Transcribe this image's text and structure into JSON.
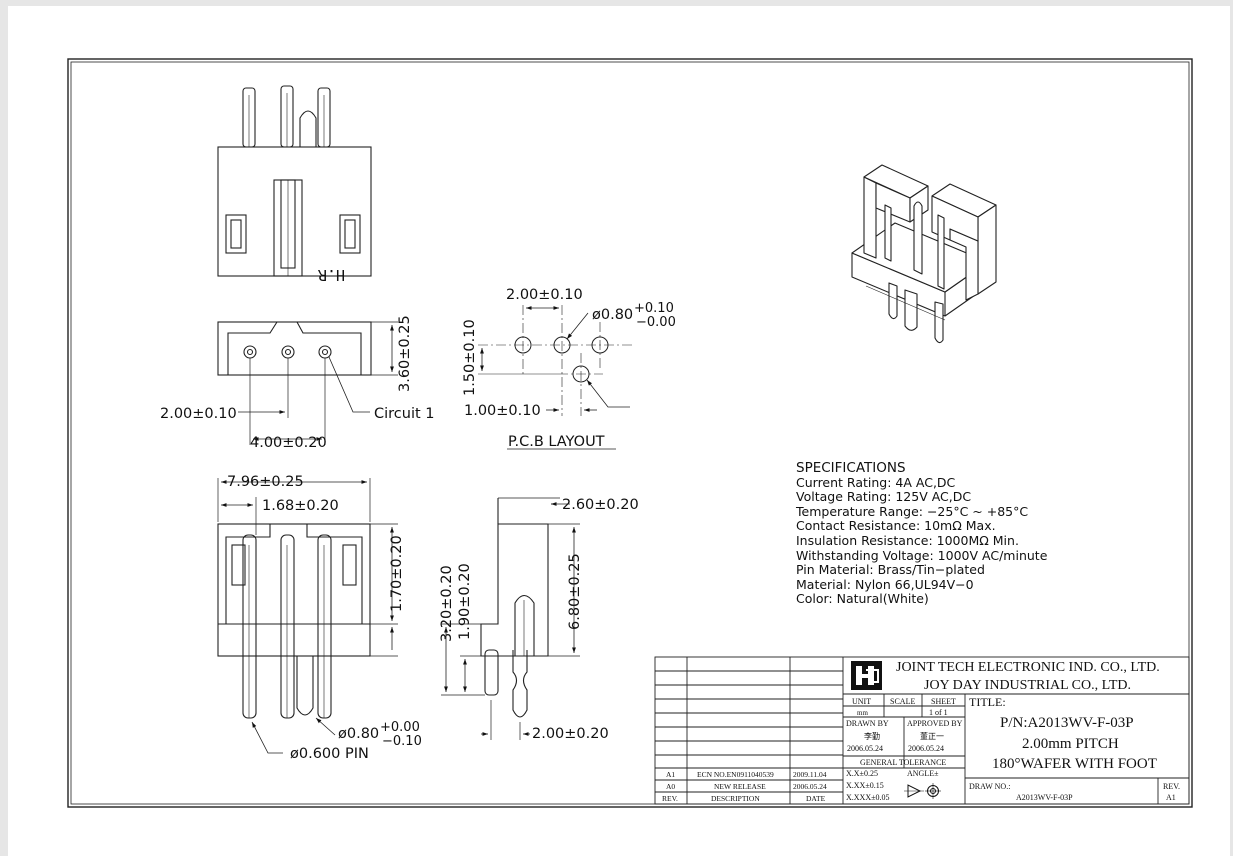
{
  "views": {
    "top_marking": "H.R",
    "circuit_label": "Circuit 1",
    "pcb_layout_title": "P.C.B LAYOUT"
  },
  "dimensions": {
    "top_height": "3.60±0.25",
    "pitch_small": "2.00±0.10",
    "total_span": "4.00±0.20",
    "pcb_pitch": "2.00±0.10",
    "pcb_hole_main": "ø0.80",
    "pcb_hole_tol_plus": "+0.10",
    "pcb_hole_tol_minus": "−0.00",
    "pcb_vertical": "1.50±0.10",
    "pcb_offset": "1.00±0.10",
    "front_width": "7.96±0.25",
    "front_inner": "1.68±0.20",
    "front_body_height": "1.70±0.20",
    "front_pin_dia_main": "ø0.80",
    "front_pin_tol_plus": "+0.00",
    "front_pin_tol_minus": "−0.10",
    "front_pin_label": "ø0.600  PIN",
    "side_width": "2.60±0.20",
    "side_total_height": "6.80±0.25",
    "side_h1": "3.20±0.20",
    "side_h2": "1.90±0.20",
    "side_pitch": "2.00±0.20"
  },
  "specifications": {
    "heading": "SPECIFICATIONS",
    "lines": [
      "Current Rating:  4A AC,DC",
      "Voltage Rating:  125V AC,DC",
      "Temperature Range:  −25°C  ~  +85°C",
      "Contact Resistance:  10mΩ  Max.",
      "Insulation Resistance:  1000MΩ  Min.",
      "Withstanding Voltage:  1000V AC/minute",
      "Pin Material:  Brass/Tin−plated",
      "Material:  Nylon 66,UL94V−0",
      "Color:  Natural(White)"
    ]
  },
  "title_block": {
    "company1": "JOINT TECH ELECTRONIC IND.  CO.,  LTD.",
    "company2": "JOY  DAY  INDUSTRIAL CO.,  LTD.",
    "unit_label": "UNIT",
    "unit_value": "mm",
    "scale_label": "SCALE",
    "sheet_label": "SHEET",
    "sheet_value": "1 of 1",
    "title_label": "TITLE:",
    "drawn_by_label": "DRAWN BY",
    "drawn_by_name": "李勤",
    "drawn_date": "2006.05.24",
    "approved_by_label": "APPROVED BY",
    "approved_by_name": "董正一",
    "approved_date": "2006.05.24",
    "general_tolerance": "GENERAL  TOLERANCE",
    "tol_1": "X.X±0.25",
    "tol_2": "X.XX±0.15",
    "tol_3": "X.XXX±0.05",
    "angle_label": "ANGLE±",
    "title_line1": "P/N:A2013WV-F-03P",
    "title_line2": "2.00mm PITCH",
    "title_line3": "180°WAFER WITH FOOT",
    "draw_no_label": "DRAW NO.:",
    "draw_no_value": "A2013WV-F-03P",
    "rev_label": "REV.",
    "rev_value": "A1",
    "rev_rows": [
      {
        "rev": "A1",
        "desc": "ECN NO.EN0911040539",
        "date": "2009.11.04"
      },
      {
        "rev": "A0",
        "desc": "NEW RELEASE",
        "date": "2006.05.24"
      }
    ],
    "header_rev": "REV.",
    "header_desc": "DESCRIPTION",
    "header_date": "DATE"
  }
}
